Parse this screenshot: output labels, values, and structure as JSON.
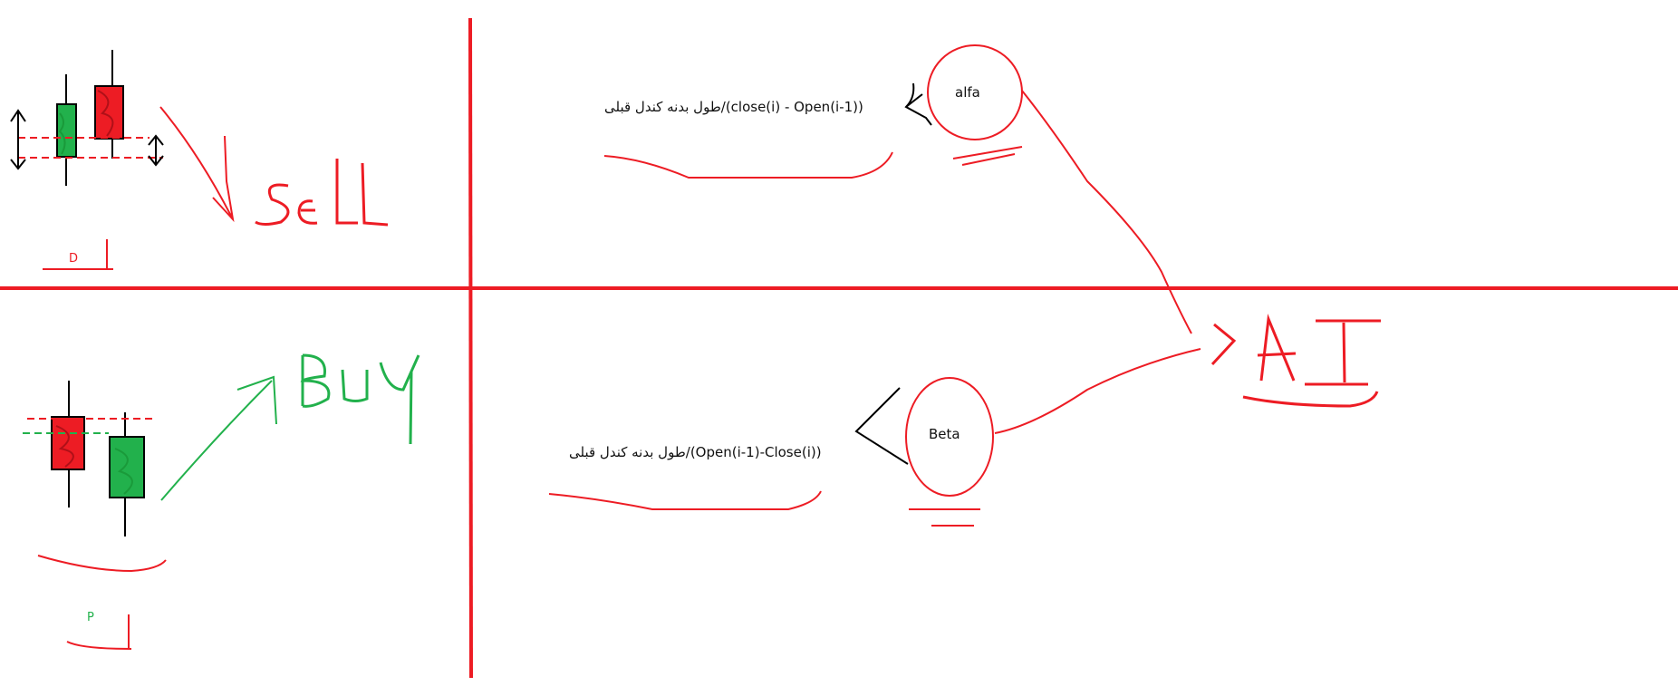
{
  "colors": {
    "red": "#ed1c24",
    "green": "#22b14c",
    "black": "#000000",
    "background": "#ffffff"
  },
  "quadrants": {
    "sell_panel": {
      "signal": "SELL",
      "marker": "D"
    },
    "buy_panel": {
      "signal": "BUY",
      "marker": "P"
    }
  },
  "formulas": {
    "alfa_formula": "(close(i) - Open(i-1))/طول بدنه کندل قبلی",
    "beta_formula": "(Open(i-1)-Close(i))/طول بدنه کندل قبلی"
  },
  "nodes": {
    "alfa": "alfa",
    "beta": "Beta",
    "ai": "AI"
  }
}
